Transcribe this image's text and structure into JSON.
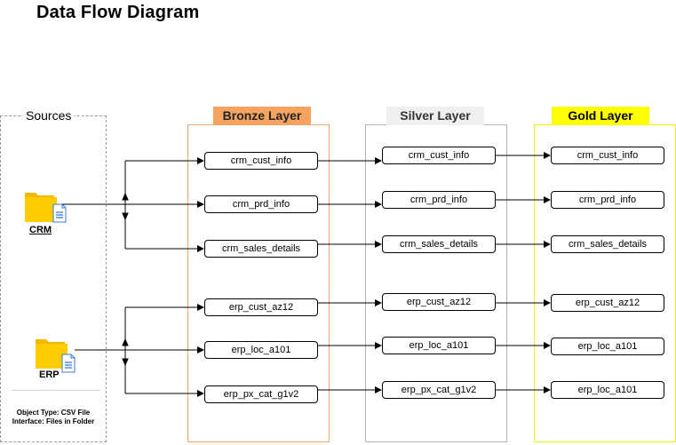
{
  "title": "Data Flow Diagram",
  "sources": {
    "label": "Sources",
    "crm_label": "CRM",
    "erp_label": "ERP",
    "object_type": "Object Type: CSV File",
    "interface": "Interface: Files in Folder"
  },
  "layers": {
    "bronze": {
      "title": "Bronze Layer",
      "color": "#f4a460",
      "tables": [
        "crm_cust_info",
        "crm_prd_info",
        "crm_sales_details",
        "erp_cust_az12",
        "erp_loc_a101",
        "erp_px_cat_g1v2"
      ]
    },
    "silver": {
      "title": "Silver Layer",
      "color": "#efefef",
      "tables": [
        "crm_cust_info",
        "crm_prd_info",
        "crm_sales_details",
        "erp_cust_az12",
        "erp_loc_a101",
        "erp_px_cat_g1v2"
      ]
    },
    "gold": {
      "title": "Gold Layer",
      "color": "#ffff00",
      "tables": [
        "crm_cust_info",
        "crm_prd_info",
        "crm_sales_details",
        "erp_cust_az12",
        "erp_loc_a101",
        "erp_loc_a101"
      ]
    }
  },
  "icons": {
    "folder": "folder-icon",
    "document": "document-icon"
  }
}
